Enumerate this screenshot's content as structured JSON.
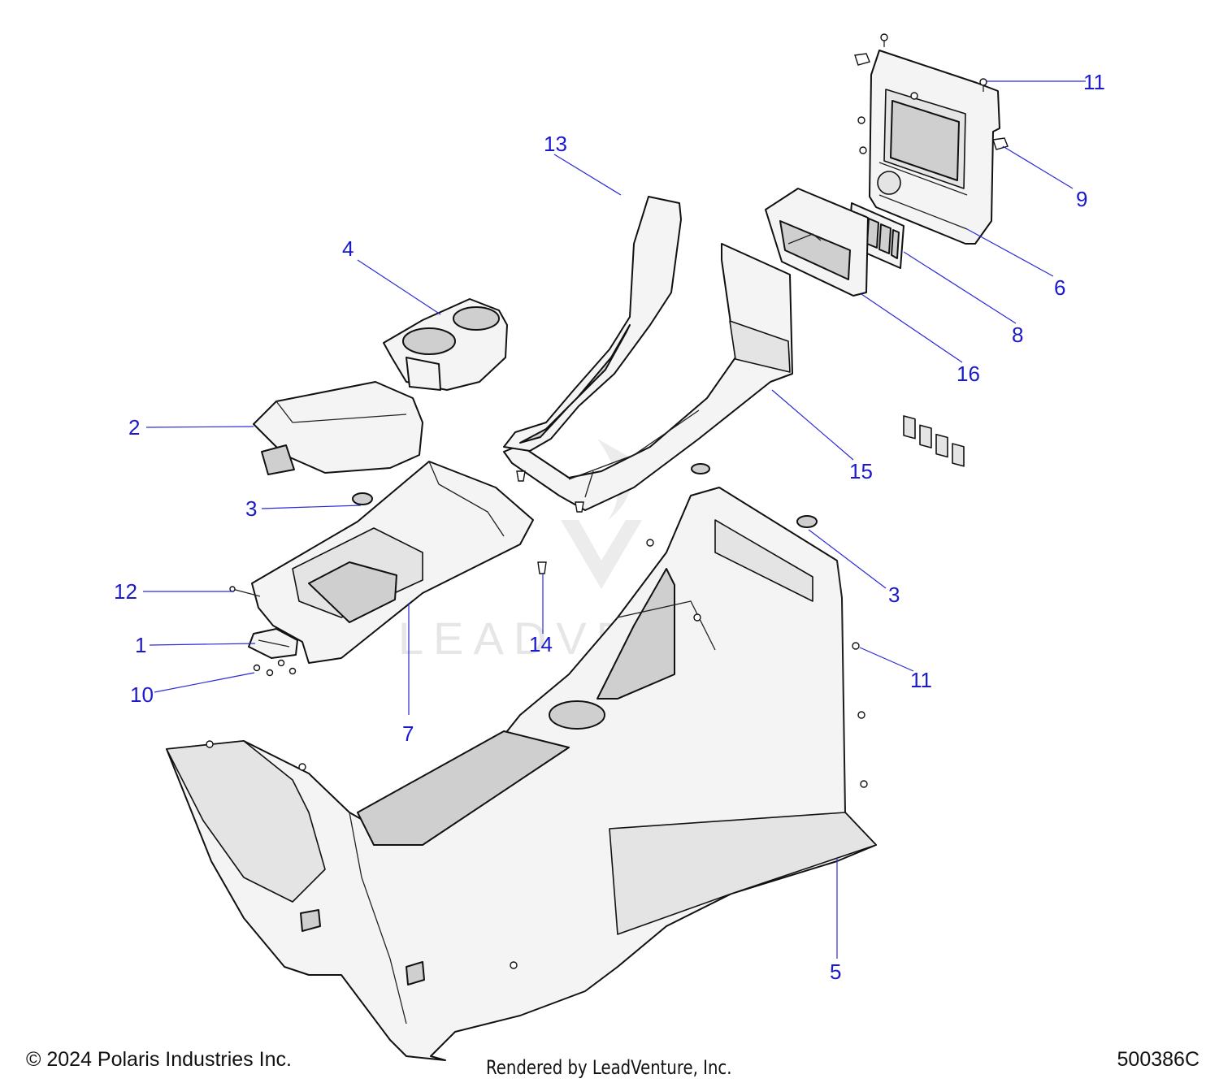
{
  "watermark": {
    "text": "LEADVENTURE"
  },
  "callouts": {
    "c1": "1",
    "c2": "2",
    "c3a": "3",
    "c3b": "3",
    "c4": "4",
    "c5": "5",
    "c6": "6",
    "c7": "7",
    "c8": "8",
    "c9": "9",
    "c10": "10",
    "c11a": "11",
    "c11b": "11",
    "c12": "12",
    "c13": "13",
    "c14": "14",
    "c15": "15",
    "c16": "16"
  },
  "footer": {
    "copyright": "© 2024 Polaris Industries Inc.",
    "rendered_by": "Rendered by LeadVenture, Inc.",
    "diagram_number": "500386C"
  },
  "colors": {
    "callout": "#1a1acc",
    "leader": "#2a2ad6",
    "part_fill": "#f4f4f4",
    "part_shadow": "#cfcfcf"
  }
}
